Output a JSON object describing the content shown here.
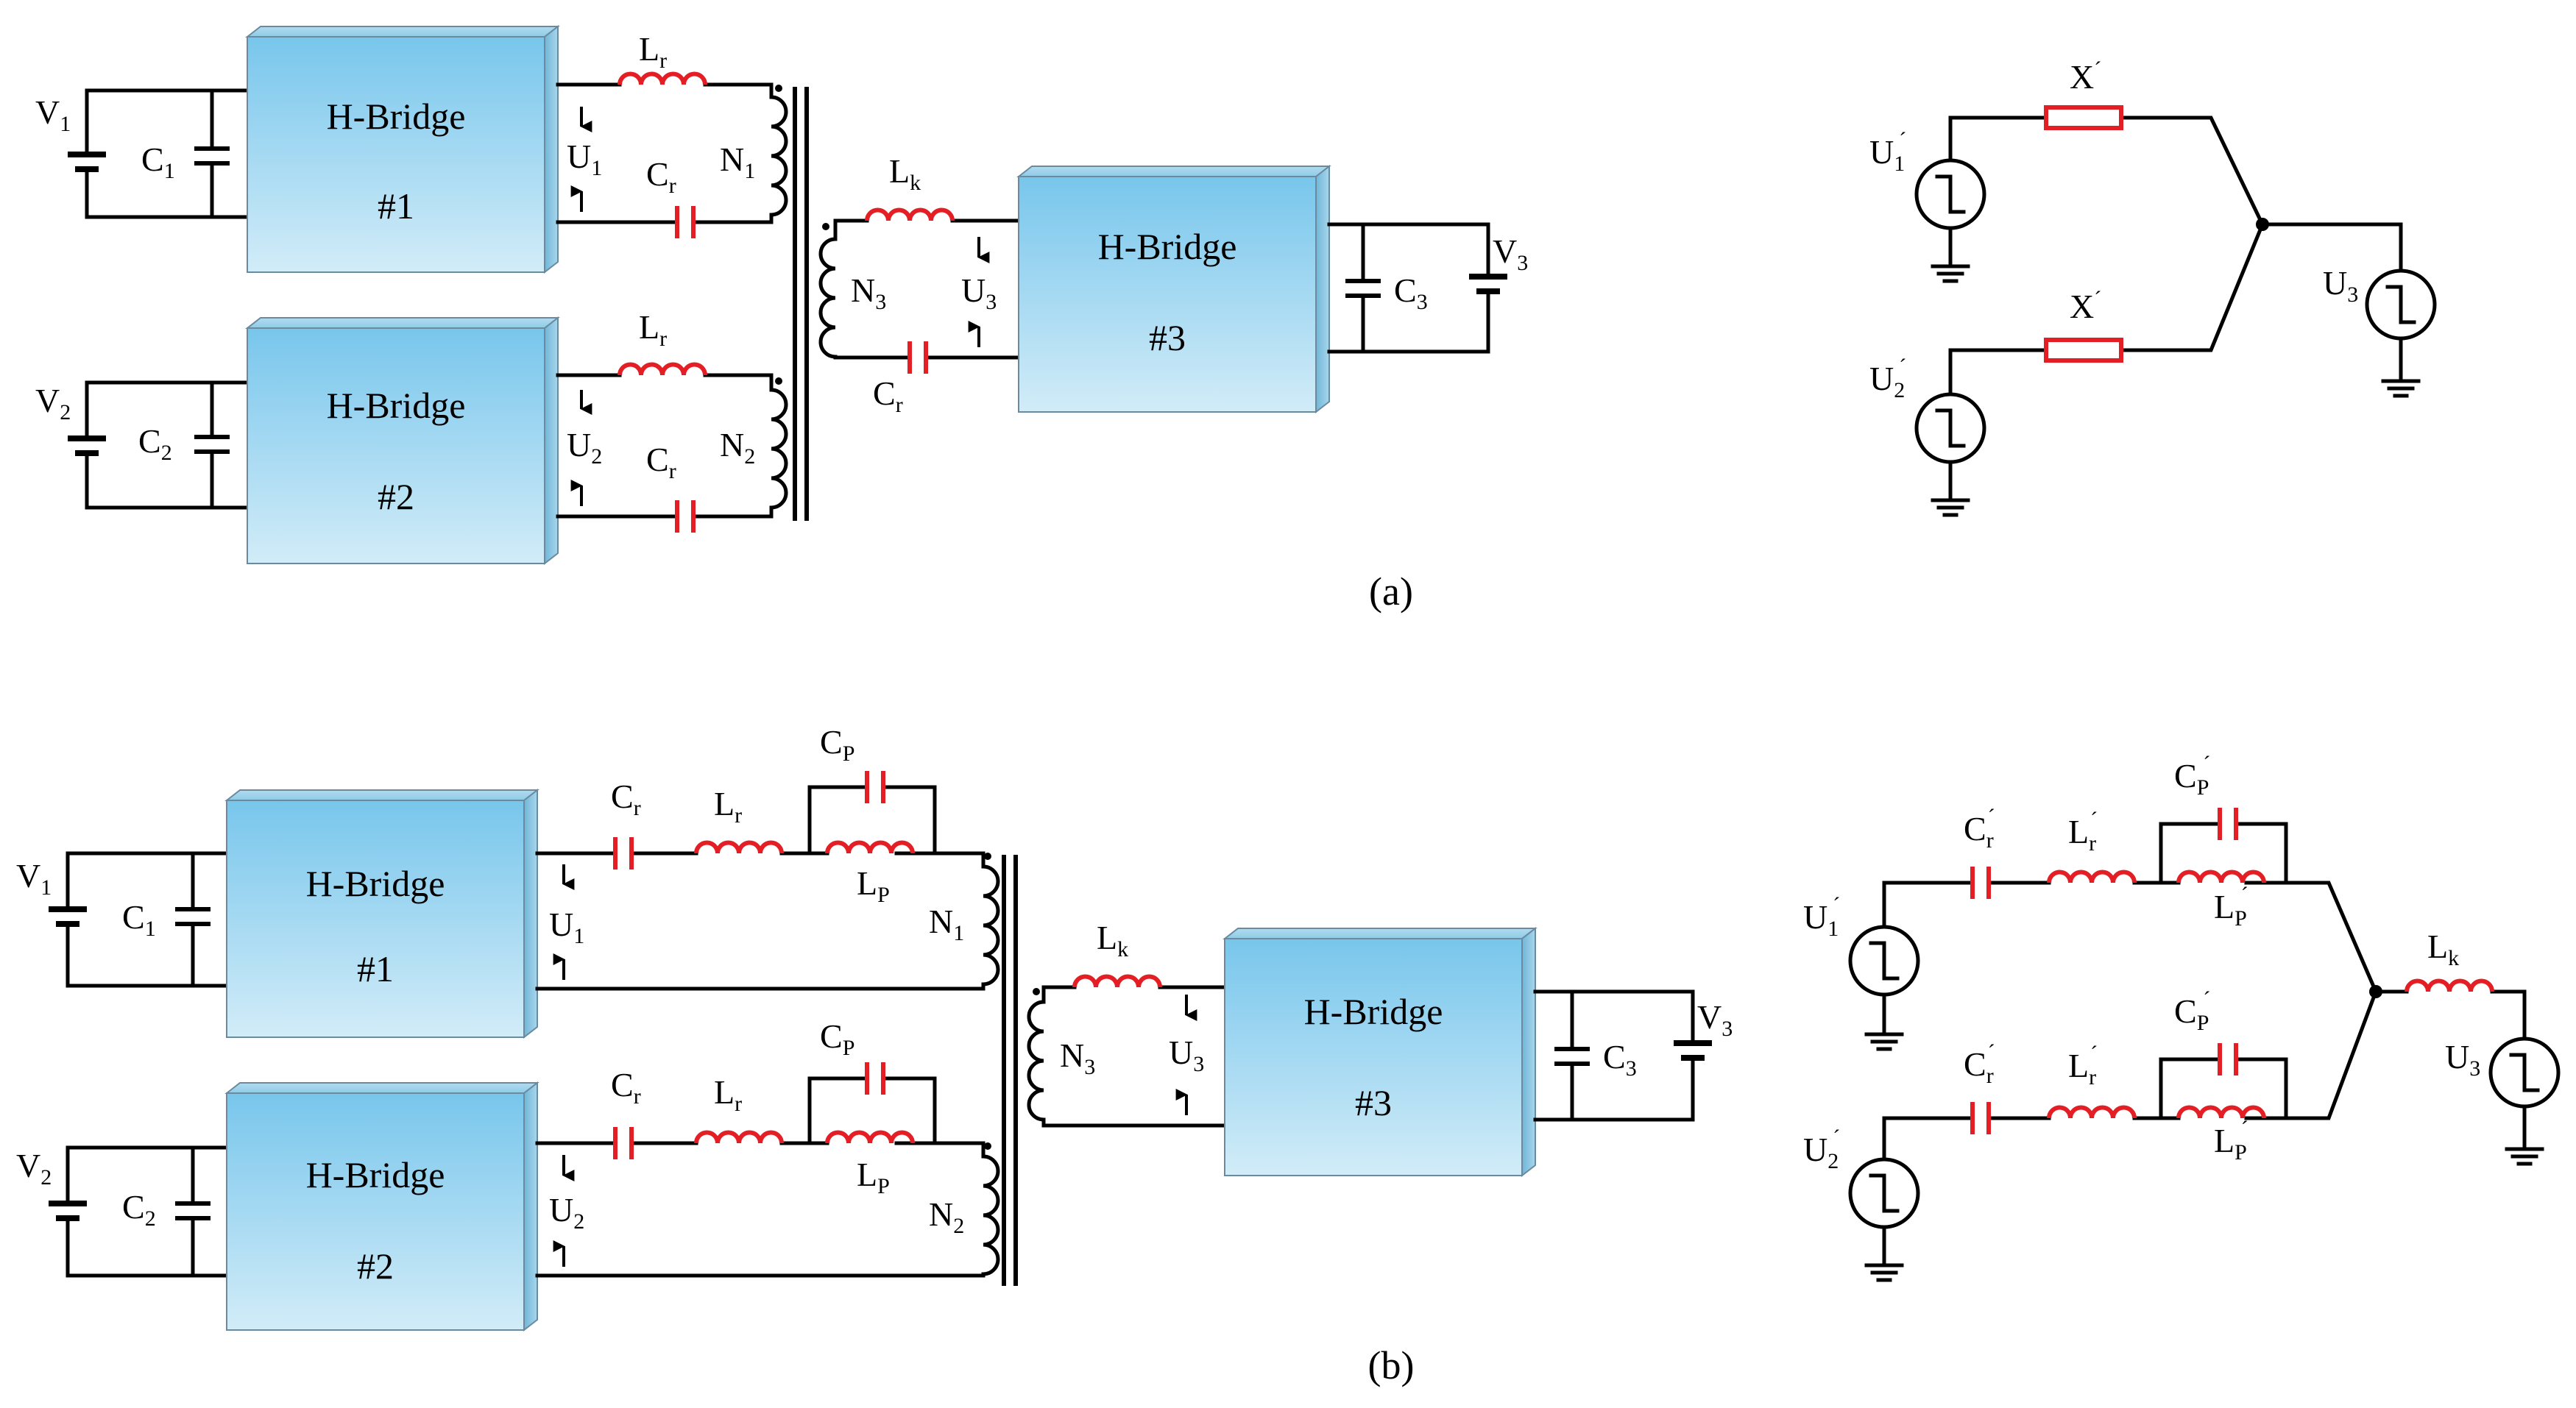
{
  "captions": {
    "a": "(a)",
    "b": "(b)"
  },
  "bridge": {
    "title": "H-Bridge",
    "n1": "#1",
    "n2": "#2",
    "n3": "#3"
  },
  "labels": {
    "V": "V",
    "C": "C",
    "L": "L",
    "U": "U",
    "N": "N",
    "X": "X",
    "s1": "1",
    "s2": "2",
    "s3": "3",
    "r": "r",
    "k": "k",
    "P": "P",
    "prime": "´"
  }
}
